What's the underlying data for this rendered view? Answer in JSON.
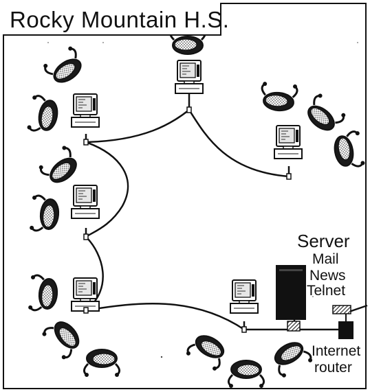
{
  "title": "Rocky Mountain H.S.",
  "server": {
    "title": "Server",
    "services": [
      "Mail",
      "News",
      "Telnet"
    ]
  },
  "router": {
    "line1": "Internet",
    "line2": "router"
  },
  "colors": {
    "ink": "#111111",
    "paper": "#ffffff",
    "screen": "#e6e6e6",
    "dither": "#9a9a9a"
  },
  "icons": [
    "workstation-icon",
    "student-icon",
    "server-tower-icon",
    "hub-icon",
    "router-icon"
  ]
}
